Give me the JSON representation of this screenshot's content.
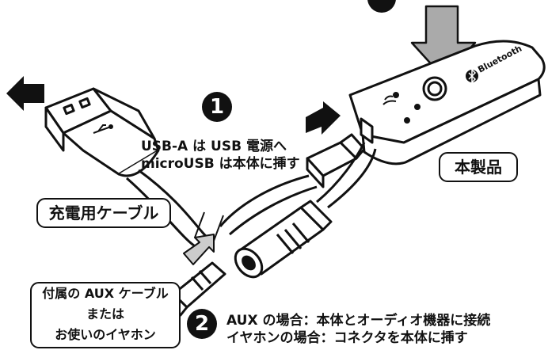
{
  "labels": {
    "usb_instruction_line1": "USB-A は USB 電源へ",
    "usb_instruction_line2": "microUSB は本体に挿す",
    "charging_cable": "充電用ケーブル",
    "product": "本製品",
    "aux_cable_line1": "付属の AUX ケーブル",
    "aux_cable_line2": "または",
    "aux_cable_line3": "お使いのイヤホン",
    "aux_instruction_line1": "AUX の場合：本体とオーディオ機器に接続",
    "aux_instruction_line2": "イヤホンの場合：コネクタを本体に挿す",
    "brand": "Bluetooth"
  },
  "steps": {
    "step1": "1",
    "step2": "2"
  },
  "icons": [
    "arrow-left-icon",
    "arrow-right-icon",
    "arrow-down-icon",
    "arrow-upright-icon",
    "usb-symbol-icon",
    "bluetooth-icon",
    "wifi-icon"
  ],
  "colors": {
    "ink": "#111111",
    "arrow_gray": "#bbbbbb",
    "paper": "#ffffff"
  }
}
